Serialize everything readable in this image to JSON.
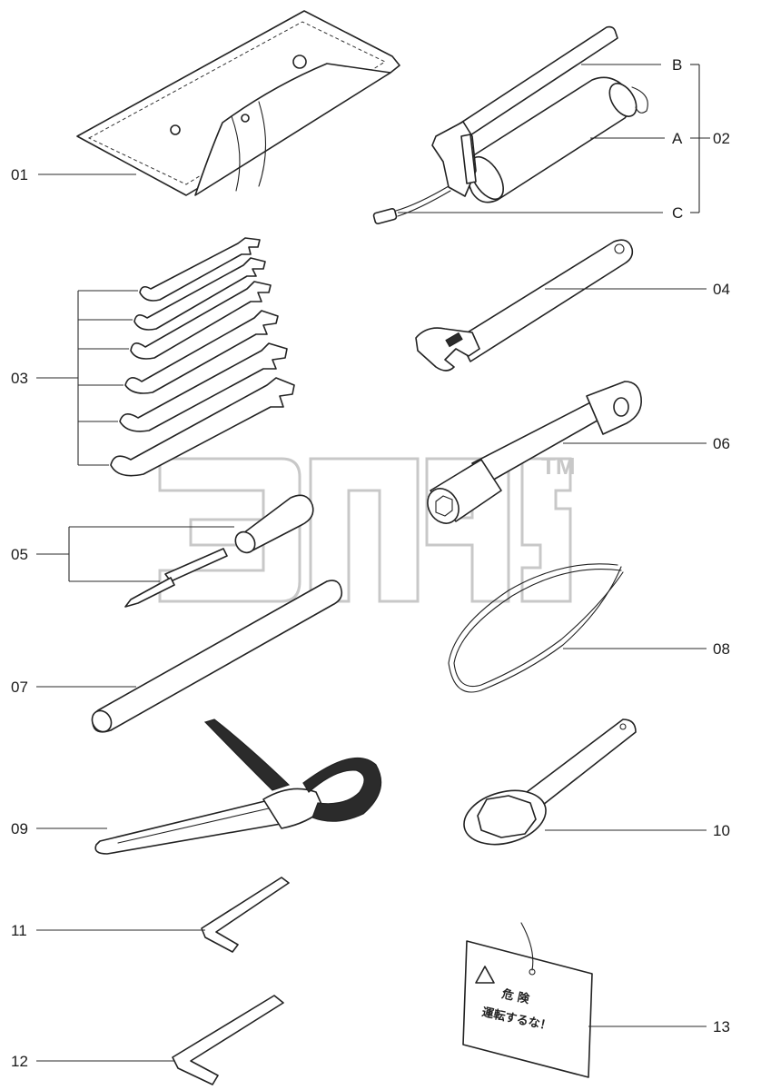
{
  "labels": {
    "item_01": "01",
    "item_02": "02",
    "item_02_a": "A",
    "item_02_b": "B",
    "item_02_c": "C",
    "item_03": "03",
    "item_04": "04",
    "item_05": "05",
    "item_06": "06",
    "item_07": "07",
    "item_08": "08",
    "item_09": "09",
    "item_10": "10",
    "item_11": "11",
    "item_12": "12",
    "item_13": "13"
  },
  "watermark": {
    "tm": "TM"
  },
  "sign": {
    "line1": "危 険",
    "line2": "運転するな！"
  }
}
